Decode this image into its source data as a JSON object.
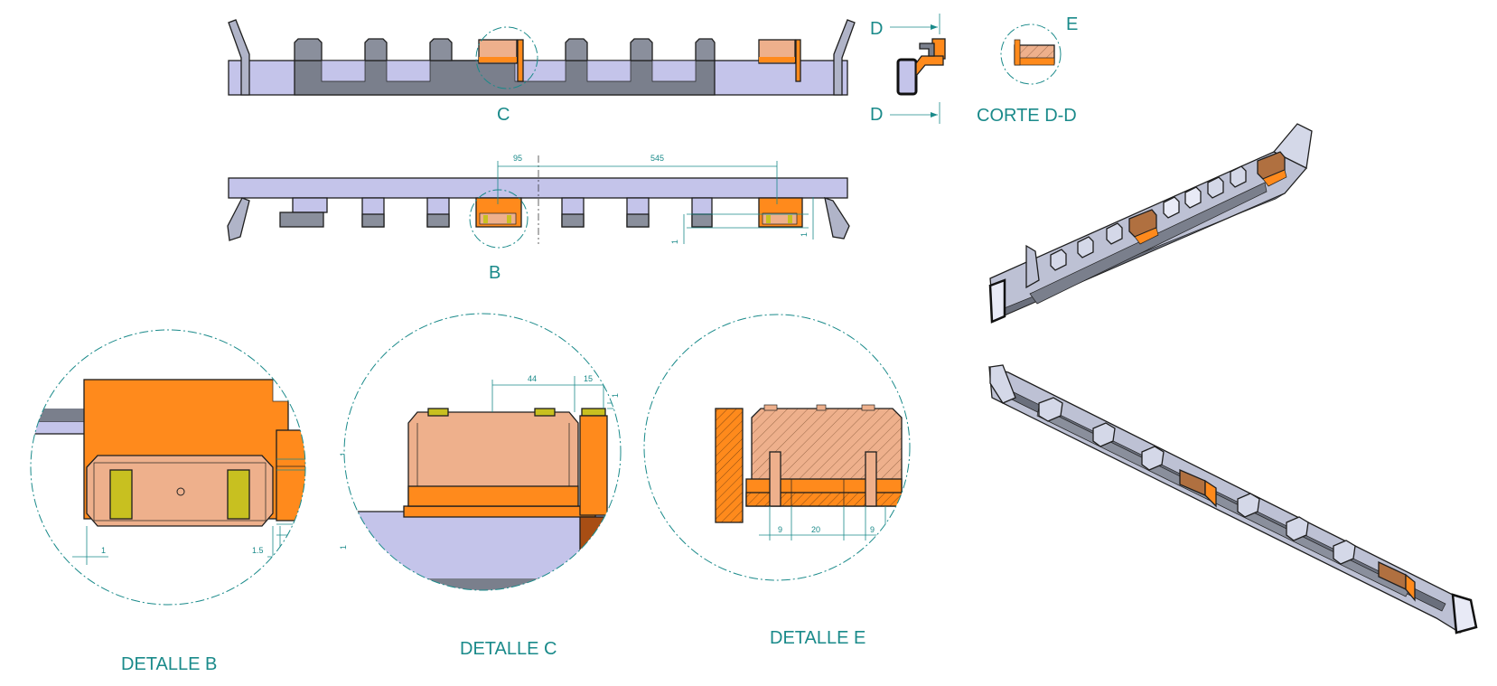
{
  "views": {
    "side_view_label": "C",
    "bottom_view_label": "B",
    "section_marker_top": "D",
    "section_marker_bottom": "D",
    "section_detail_marker": "E",
    "section_title": "CORTE D-D"
  },
  "dimensions": {
    "bottom_view": {
      "d95": "95",
      "d545": "545",
      "d1_left": "1",
      "d1_right": "1"
    },
    "detalle_b": {
      "d1_top": "1",
      "d1_bottom": "1",
      "d1_left": "1",
      "d1_5": "1.5"
    },
    "detalle_c": {
      "d44": "44",
      "d15": "15",
      "d1": "1"
    },
    "detalle_e": {
      "d9_left": "9",
      "d20": "20",
      "d9_right": "9"
    }
  },
  "detail_titles": {
    "b": "DETALLE B",
    "c": "DETALLE C",
    "e": "DETALLE E"
  },
  "colors": {
    "annotation": "#1a8a8a",
    "rail": "#c4c4ea",
    "rail_dark": "#7a7f8c",
    "orange": "#ff8a1c",
    "salmon": "#eeb08c",
    "pad": "#c8c020"
  }
}
